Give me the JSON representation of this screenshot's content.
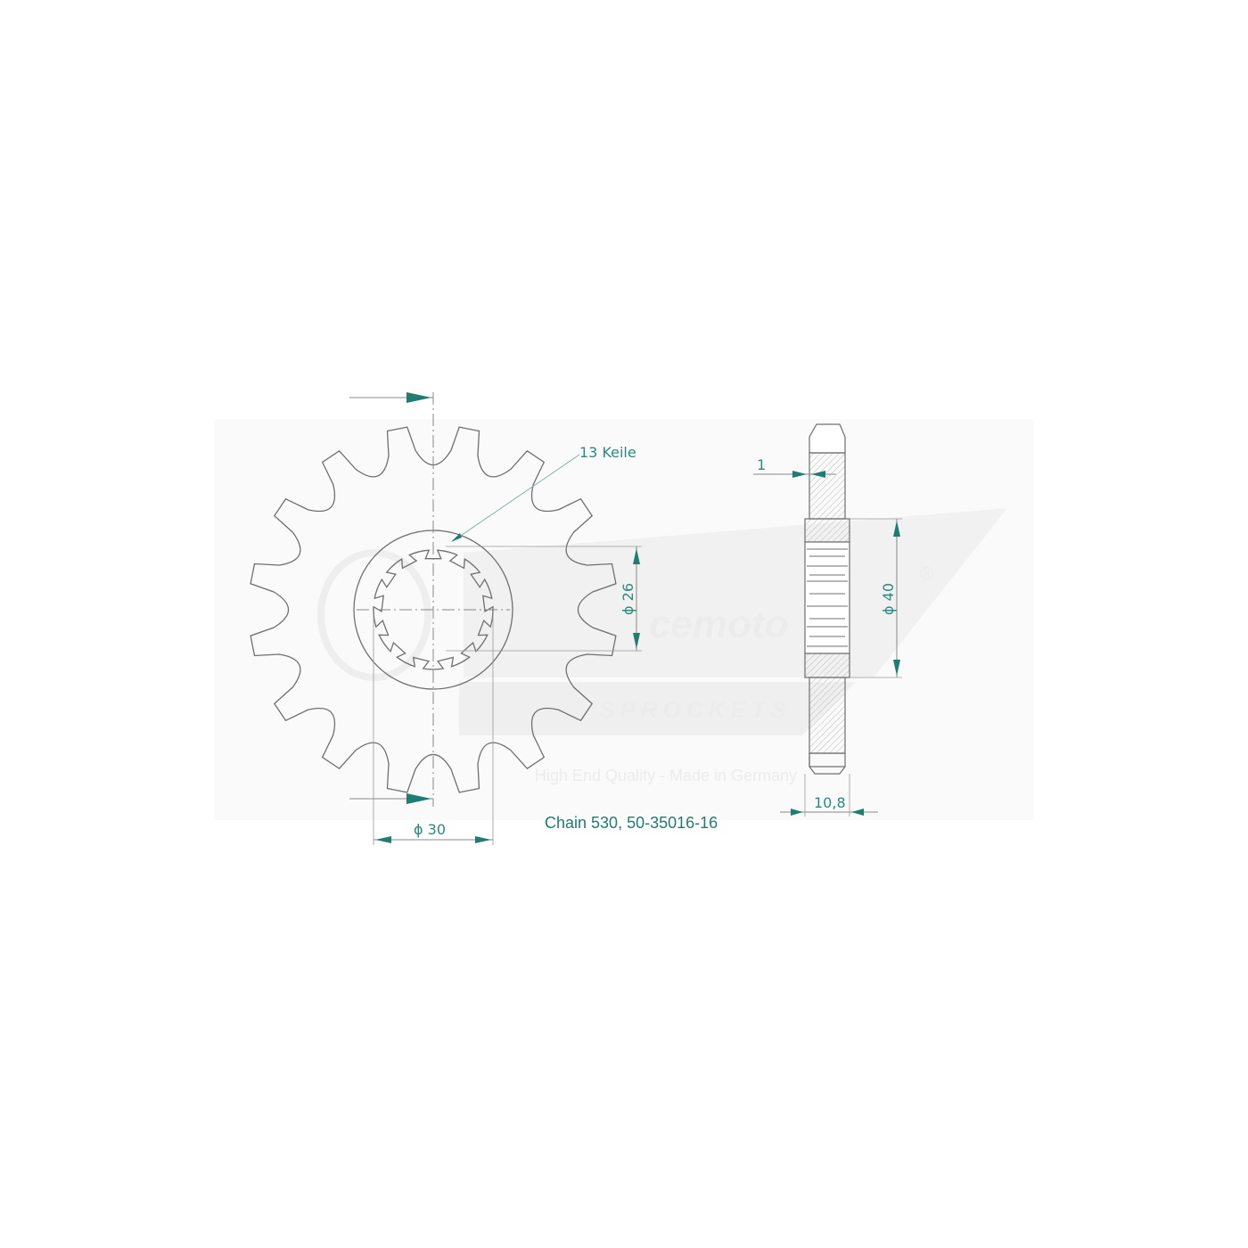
{
  "watermark": {
    "brand": "cemoto",
    "sub": "SPROCKETS",
    "tagline": "High End Quality - Made in Germany",
    "registered": "®"
  },
  "labels": {
    "splines": "13 Keile",
    "dia_inner": "ϕ 26",
    "dia_bore": "ϕ 30",
    "dia_hub": "ϕ 40",
    "offset": "1",
    "width": "10,8",
    "caption": "Chain 530, 50-35016-16"
  },
  "colors": {
    "line": "#6f6f6f",
    "dimension": "#1f7d70",
    "watermark": "#ececec"
  }
}
